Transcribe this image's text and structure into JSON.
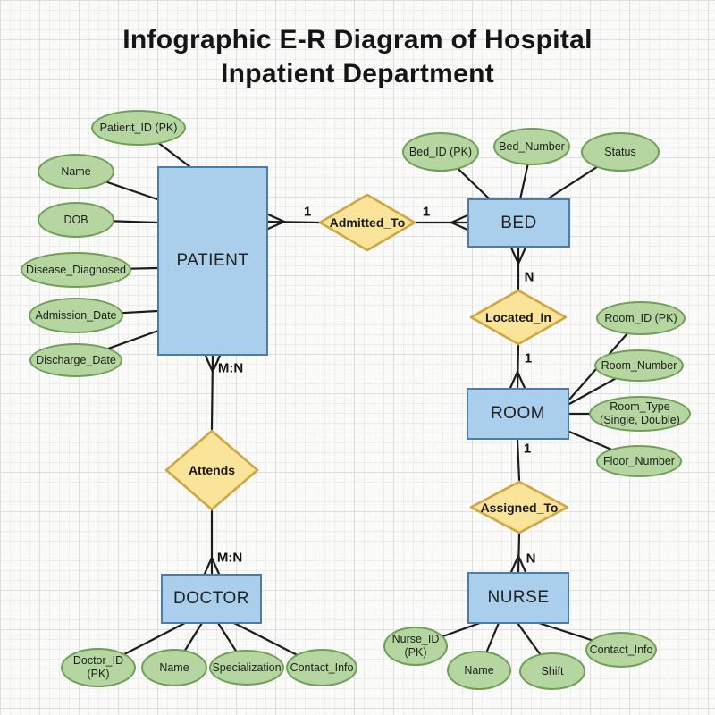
{
  "title": {
    "line1": "Infographic E-R Diagram of Hospital",
    "line2": "Inpatient Department"
  },
  "entities": [
    {
      "name": "PATIENT"
    },
    {
      "name": "BED"
    },
    {
      "name": "ROOM"
    },
    {
      "name": "NURSE"
    },
    {
      "name": "DOCTOR"
    }
  ],
  "relationships": [
    {
      "name": "Admitted_To",
      "from": "PATIENT",
      "to": "BED",
      "from_cardinality": "1",
      "to_cardinality": "1"
    },
    {
      "name": "Located_In",
      "from": "BED",
      "to": "ROOM",
      "from_cardinality": "N",
      "to_cardinality": "1"
    },
    {
      "name": "Assigned_To",
      "from": "ROOM",
      "to": "NURSE",
      "from_cardinality": "1",
      "to_cardinality": "N"
    },
    {
      "name": "Attends",
      "from": "PATIENT",
      "to": "DOCTOR",
      "from_cardinality": "M:N",
      "to_cardinality": "M:N"
    }
  ],
  "attributes": {
    "patient": [
      "Patient_ID (PK)",
      "Name",
      "DOB",
      "Disease_Diagnosed",
      "Admission_Date",
      "Discharge_Date"
    ],
    "bed": [
      "Bed_ID (PK)",
      "Bed_Number",
      "Status"
    ],
    "room": [
      "Room_ID (PK)",
      "Room_Number",
      "Room_Type\n(Single, Double)",
      "Floor_Number"
    ],
    "nurse": [
      "Nurse_ID\n(PK)",
      "Name",
      "Shift",
      "Contact_Info"
    ],
    "doctor": [
      "Doctor_ID\n(PK)",
      "Name",
      "Specialization",
      "Contact_Info"
    ]
  },
  "colors": {
    "entity_fill": "#a9cfec",
    "entity_border": "#4d7ca6",
    "attribute_fill": "#b5d6a0",
    "attribute_border": "#6f9e55",
    "relationship_fill": "#f9e49a",
    "relationship_border": "#d2a440",
    "line": "#1c1c1c"
  }
}
